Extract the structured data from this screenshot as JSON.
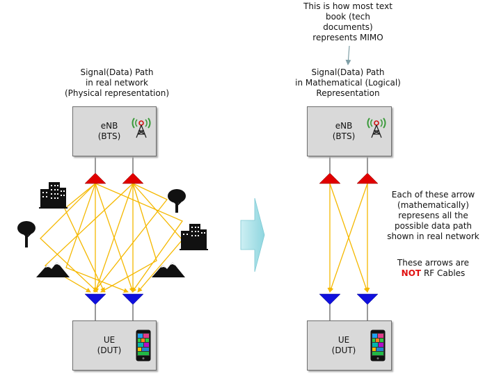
{
  "left_panel": {
    "title_lines": [
      "Signal(Data) Path",
      "in real network",
      "(Physical representation)"
    ],
    "enb_lines": [
      "eNB",
      "(BTS)"
    ],
    "ue_lines": [
      "UE",
      "(DUT)"
    ]
  },
  "right_panel": {
    "callout_lines": [
      "This is how most text",
      "book (tech",
      "documents)",
      "represents MIMO"
    ],
    "title_lines": [
      "Signal(Data) Path",
      "in Mathematical (Logical)",
      "Representation"
    ],
    "enb_lines": [
      "eNB",
      "(BTS)"
    ],
    "ue_lines": [
      "UE",
      "(DUT)"
    ]
  },
  "side_note": {
    "lines": [
      "Each of these arrow",
      "(mathematically)",
      "represens all the",
      "possible data path",
      "shown in real network"
    ],
    "warning_prefix": "These arrows are",
    "warning_not": "NOT",
    "warning_suffix": "RF Cables"
  },
  "icons": {
    "tower": "radio-tower-icon",
    "phone": "smartphone-icon",
    "building": "building-icon",
    "tree": "tree-icon",
    "mountain": "mountain-icon",
    "transition_arrow": "right-arrow-icon"
  },
  "colors": {
    "signal_path": "#f5b800",
    "tx_antenna": "#e00000",
    "rx_antenna": "#1010dd",
    "box_fill": "#d9d9d9",
    "warning": "#e01010",
    "transition_arrow": "#a9e3ea"
  }
}
